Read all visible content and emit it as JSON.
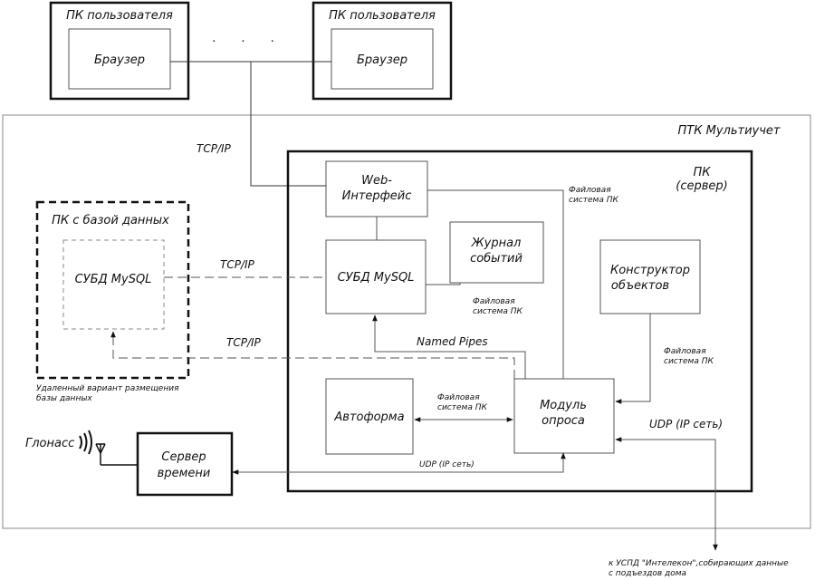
{
  "user_pc_1": {
    "title": "ПК пользователя",
    "browser": "Браузер"
  },
  "user_pc_2": {
    "title": "ПК пользователя",
    "browser": "Браузер"
  },
  "dots": ". . .",
  "outer_title": "ПТК Мультиучет",
  "server": {
    "line1": "ПК",
    "line2": "(сервер)"
  },
  "web": {
    "line1": "Web-",
    "line2": "Интерфейс"
  },
  "journal": {
    "line1": "Журнал",
    "line2": "событий"
  },
  "dbms_local": "СУБД MySQL",
  "constructor": {
    "line1": "Конструктор",
    "line2": "объектов"
  },
  "autoform": "Автоформа",
  "poll": {
    "line1": "Модуль",
    "line2": "опроса"
  },
  "db_pc": {
    "title": "ПК  с базой данных",
    "dbms": "СУБД MySQL",
    "caption1": "Удаленный вариант размещения",
    "caption2": "базы данных"
  },
  "time_server": {
    "line1": "Сервер",
    "line2": "времени"
  },
  "glonass": "Глонасс",
  "labels": {
    "tcpip_top": "TCP/IP",
    "tcpip_mid": "TCP/IP",
    "tcpip_low": "TCP/IP",
    "named_pipes": "Named Pipes",
    "udp_ip": "UDP (IP сеть)",
    "udp_small": "UDP (IP сеть)",
    "fs_web_1": "Файловая",
    "fs_web_2": "система ПК",
    "fs_db_1": "Файловая",
    "fs_db_2": "система ПК",
    "fs_con_1": "Файловая",
    "fs_con_2": "система ПК",
    "fs_auto_1": "Файловая",
    "fs_auto_2": "система ПК",
    "bottom_1": "к УСПД \"Интелекон\",собирающих данные",
    "bottom_2": "с подъездов дома"
  }
}
